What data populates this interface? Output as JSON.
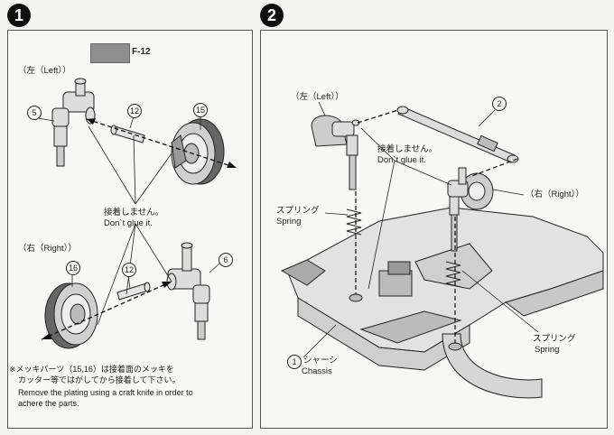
{
  "steps": [
    {
      "number": "1",
      "paint": {
        "swatch_color": "#8f8f8f",
        "code": "F-12"
      },
      "labels": {
        "left": "（左（Left））",
        "right": "（右（Right））",
        "no_glue_jp": "接着しません。",
        "no_glue_en": "Don`t glue it."
      },
      "part_numbers": [
        "5",
        "12",
        "15",
        "16",
        "12",
        "6"
      ],
      "note": {
        "jp1": "※メッキパーツ（15,16）は接着面のメッキを",
        "jp2": "カッター等ではがしてから接着して下さい。",
        "en1": "Remove the plating using a craft knife in order to",
        "en2": "achere the parts."
      }
    },
    {
      "number": "2",
      "labels": {
        "left": "（左（Left））",
        "right": "（右（Right））",
        "no_glue_jp": "接着しません。",
        "no_glue_en": "Don`t glue it.",
        "spring_jp": "スプリング",
        "spring_en": "Spring",
        "spring2_jp": "スプリング",
        "spring2_en": "Spring",
        "chassis_num": "1",
        "chassis_jp": "シャーシ",
        "chassis_en": "Chassis",
        "rod_num": "2"
      }
    }
  ]
}
